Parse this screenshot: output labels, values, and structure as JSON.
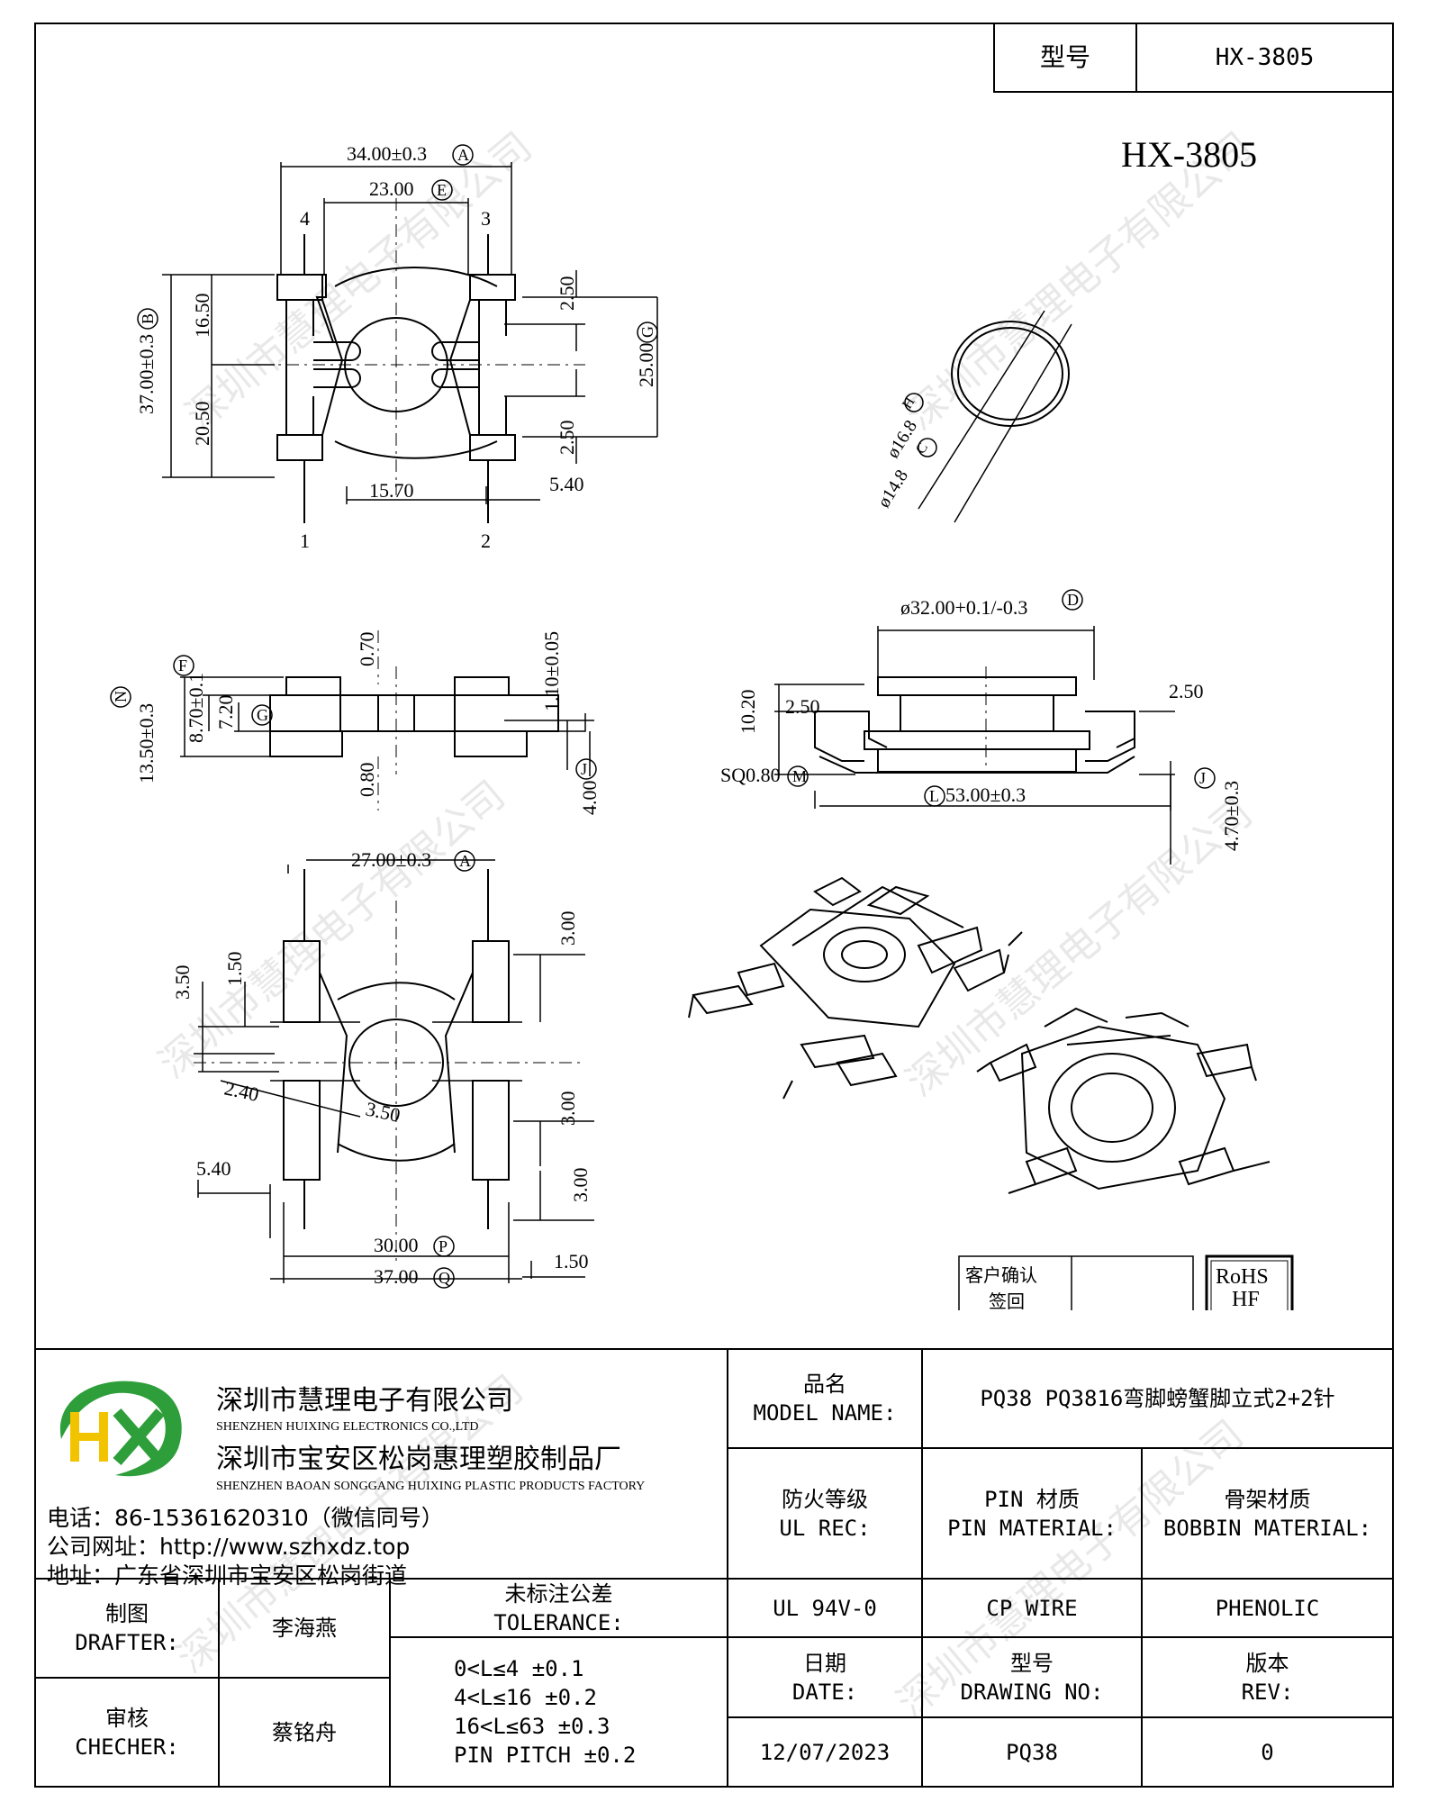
{
  "header": {
    "model_label": "型号",
    "model_value": "HX-3805"
  },
  "drawing": {
    "part_number": "HX-3805",
    "top_view": {
      "dim_width": "34.00±0.3",
      "ref_width": "A",
      "dim_inner": "23.00",
      "ref_inner": "E",
      "dim_height": "37.00±0.3",
      "ref_height": "B",
      "dim_upper": "16.50",
      "dim_lower": "20.50",
      "dim_slot_top": "2.50",
      "dim_slot_bottom": "2.50",
      "dim_slot_span": "25.00",
      "ref_slot_span": "G",
      "dim_pin_span": "15.70",
      "dim_pin_offset": "5.40",
      "pin_labels": [
        "4",
        "3",
        "1",
        "2"
      ]
    },
    "circle_view": {
      "dim_outer": "ø16.8",
      "ref_outer": "H",
      "dim_inner": "ø14.8",
      "ref_inner": "C"
    },
    "side_view": {
      "dim_total": "13.50±0.3",
      "ref_total": "N",
      "dim_flange": "8.70±0.1",
      "ref_flange": "F",
      "dim_core": "7.20",
      "ref_core": "G",
      "dim_top": "0.70",
      "dim_bottom": "0.80",
      "dim_plate": "1.10±0.05",
      "dim_pin": "4.00",
      "ref_pin": "J"
    },
    "front_view": {
      "dim_dia": "ø32.00+0.1/-0.3",
      "ref_dia": "D",
      "dim_height": "10.20",
      "dim_left": "2.50",
      "dim_right": "2.50",
      "dim_pin_sq": "SQ0.80",
      "ref_pin_sq": "M",
      "dim_length": "53.00±0.3",
      "ref_length": "L",
      "dim_pin_len": "4.70±0.3",
      "ref_pin_len": "J"
    },
    "bottom_view": {
      "dim_width": "27.00±0.3",
      "ref_width": "A",
      "dim_a": "3.50",
      "dim_b": "1.50",
      "dim_c": "3.00",
      "dim_d": "2.40",
      "dim_e": "3.50",
      "dim_f": "3.00",
      "dim_g": "3.00",
      "dim_h": "5.40",
      "dim_i": "30.00",
      "ref_i": "P",
      "dim_j": "37.00",
      "ref_j": "Q",
      "dim_k": "1.50"
    },
    "stamps": {
      "customer_confirm": "客户确认",
      "sign_back": "签回",
      "rohs": "RoHS",
      "hf": "HF"
    }
  },
  "watermark": "深圳市慧理电子有限公司",
  "company": {
    "logo_text": "HX",
    "name_cn": "深圳市慧理电子有限公司",
    "name_en": "SHENZHEN HUIXING ELECTRONICS CO.,LTD",
    "factory_cn": "深圳市宝安区松岗惠理塑胶制品厂",
    "factory_en": "SHENZHEN BAOAN SONGGANG HUIXING PLASTIC PRODUCTS FACTORY",
    "phone": "电话：86-15361620310（微信同号）",
    "website": "公司网址：http://www.szhxdz.top",
    "address": "地址：广东省深圳市宝安区松岗街道"
  },
  "titleblock": {
    "model_name_cn": "品名",
    "model_name_en": "MODEL NAME:",
    "model_name_value": "PQ38 PQ3816弯脚螃蟹脚立式2+2针",
    "fire_cn": "防火等级",
    "fire_en": "UL REC:",
    "pin_cn": "PIN 材质",
    "pin_en": "PIN MATERIAL:",
    "bobbin_cn": "骨架材质",
    "bobbin_en": "BOBBIN MATERIAL:",
    "drafter_cn": "制图",
    "drafter_en": "DRAFTER:",
    "drafter_name": "李海燕",
    "checker_cn": "审核",
    "checker_en": "CHECHER:",
    "checker_name": "蔡铭舟",
    "tolerance_cn": "未标注公差",
    "tolerance_en": "TOLERANCE:",
    "tolerance_lines": [
      "0<L≤4  ±0.1",
      "4<L≤16 ±0.2",
      "16<L≤63 ±0.3",
      "PIN PITCH ±0.2"
    ],
    "ul_value": "UL 94V-0",
    "pin_value": "CP WIRE",
    "bobbin_value": "PHENOLIC",
    "date_cn": "日期",
    "date_en": "DATE:",
    "drawing_no_cn": "型号",
    "drawing_no_en": "DRAWING NO:",
    "rev_cn": "版本",
    "rev_en": "REV:",
    "date_value": "12/07/2023",
    "drawing_no_value": "PQ38",
    "rev_value": "0"
  }
}
